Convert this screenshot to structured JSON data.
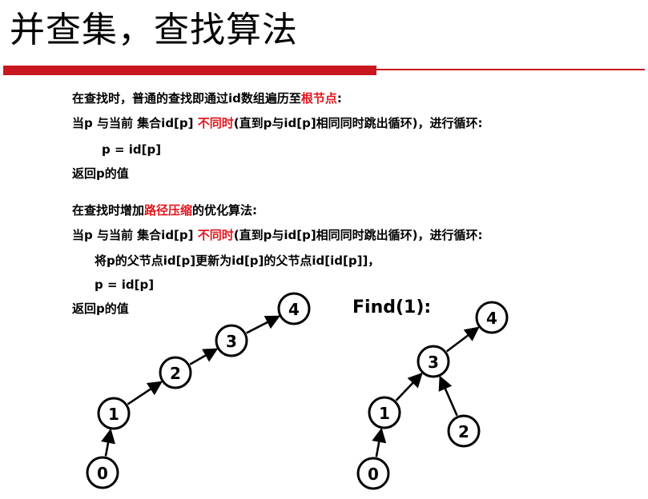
{
  "title": "并查集，查找算法",
  "section1": {
    "line1": {
      "prefix": "在查找时，普通的查找即通过id数组遍历至",
      "highlight": "根节点",
      "suffix": ":"
    },
    "line2": {
      "prefix": "当p 与当前 集合id[p] ",
      "highlight": "不同时",
      "suffix": "(直到p与id[p]相同同时跳出循环)，进行循环:"
    },
    "line3": "p = id[p]",
    "line4": "返回p的值"
  },
  "section2": {
    "line1": {
      "prefix": "在查找时增加",
      "highlight": "路径压缩",
      "suffix": "的优化算法:"
    },
    "line2": {
      "prefix": "当p 与当前 集合id[p] ",
      "highlight": "不同时",
      "suffix": "(直到p与id[p]相同同时跳出循环)，进行循环:"
    },
    "line3": "将p的父节点id[p]更新为id[p]的父节点id[id[p]]，",
    "line4": "p = id[p]",
    "line5": "返回p的值"
  },
  "colors": {
    "accent": "#c8171e",
    "highlight": "#e3161d"
  },
  "tree_left": {
    "nodes": [
      "0",
      "1",
      "2",
      "3",
      "4"
    ],
    "edges": [
      [
        "0",
        "1"
      ],
      [
        "1",
        "2"
      ],
      [
        "2",
        "3"
      ],
      [
        "3",
        "4"
      ]
    ]
  },
  "tree_right": {
    "label": "Find(1):",
    "nodes": [
      "0",
      "1",
      "2",
      "3",
      "4"
    ],
    "edges": [
      [
        "0",
        "1"
      ],
      [
        "1",
        "3"
      ],
      [
        "2",
        "3"
      ],
      [
        "3",
        "4"
      ]
    ]
  }
}
